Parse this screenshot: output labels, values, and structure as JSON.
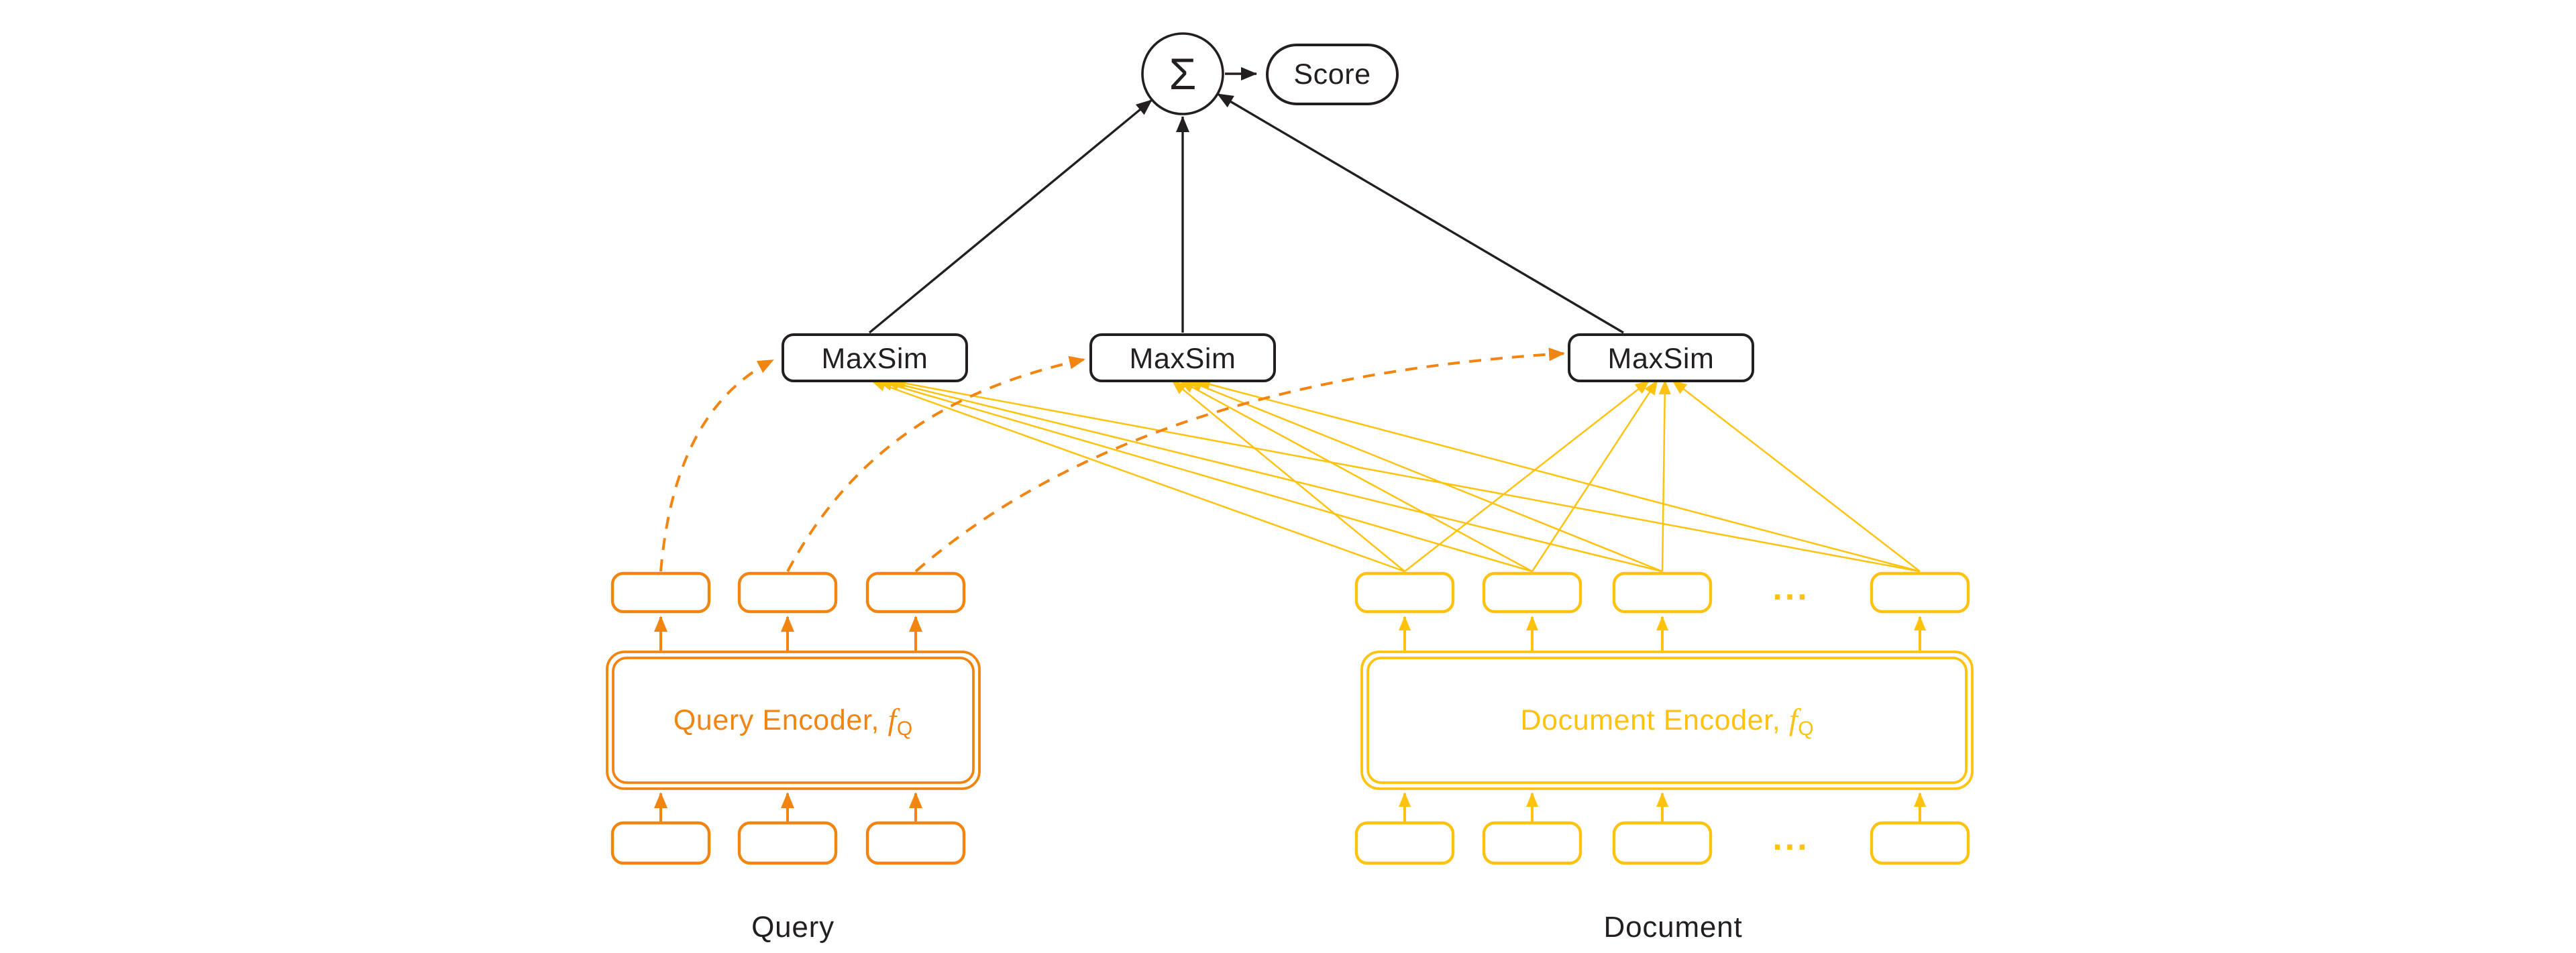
{
  "diagram": {
    "sum_symbol": "Σ",
    "score_label": "Score",
    "maxsim_labels": [
      "MaxSim",
      "MaxSim",
      "MaxSim"
    ],
    "query": {
      "encoder_label": "Query Encoder, ",
      "function_symbol": "f",
      "function_subscript": "Q",
      "footer_label": "Query"
    },
    "document": {
      "encoder_label": "Document Encoder, ",
      "function_symbol": "f",
      "function_subscript": "Q",
      "footer_label": "Document",
      "ellipsis": "..."
    },
    "colors": {
      "query_orange": "#F28411",
      "document_yellow": "#FFC20E",
      "ink_black": "#231F20"
    }
  }
}
